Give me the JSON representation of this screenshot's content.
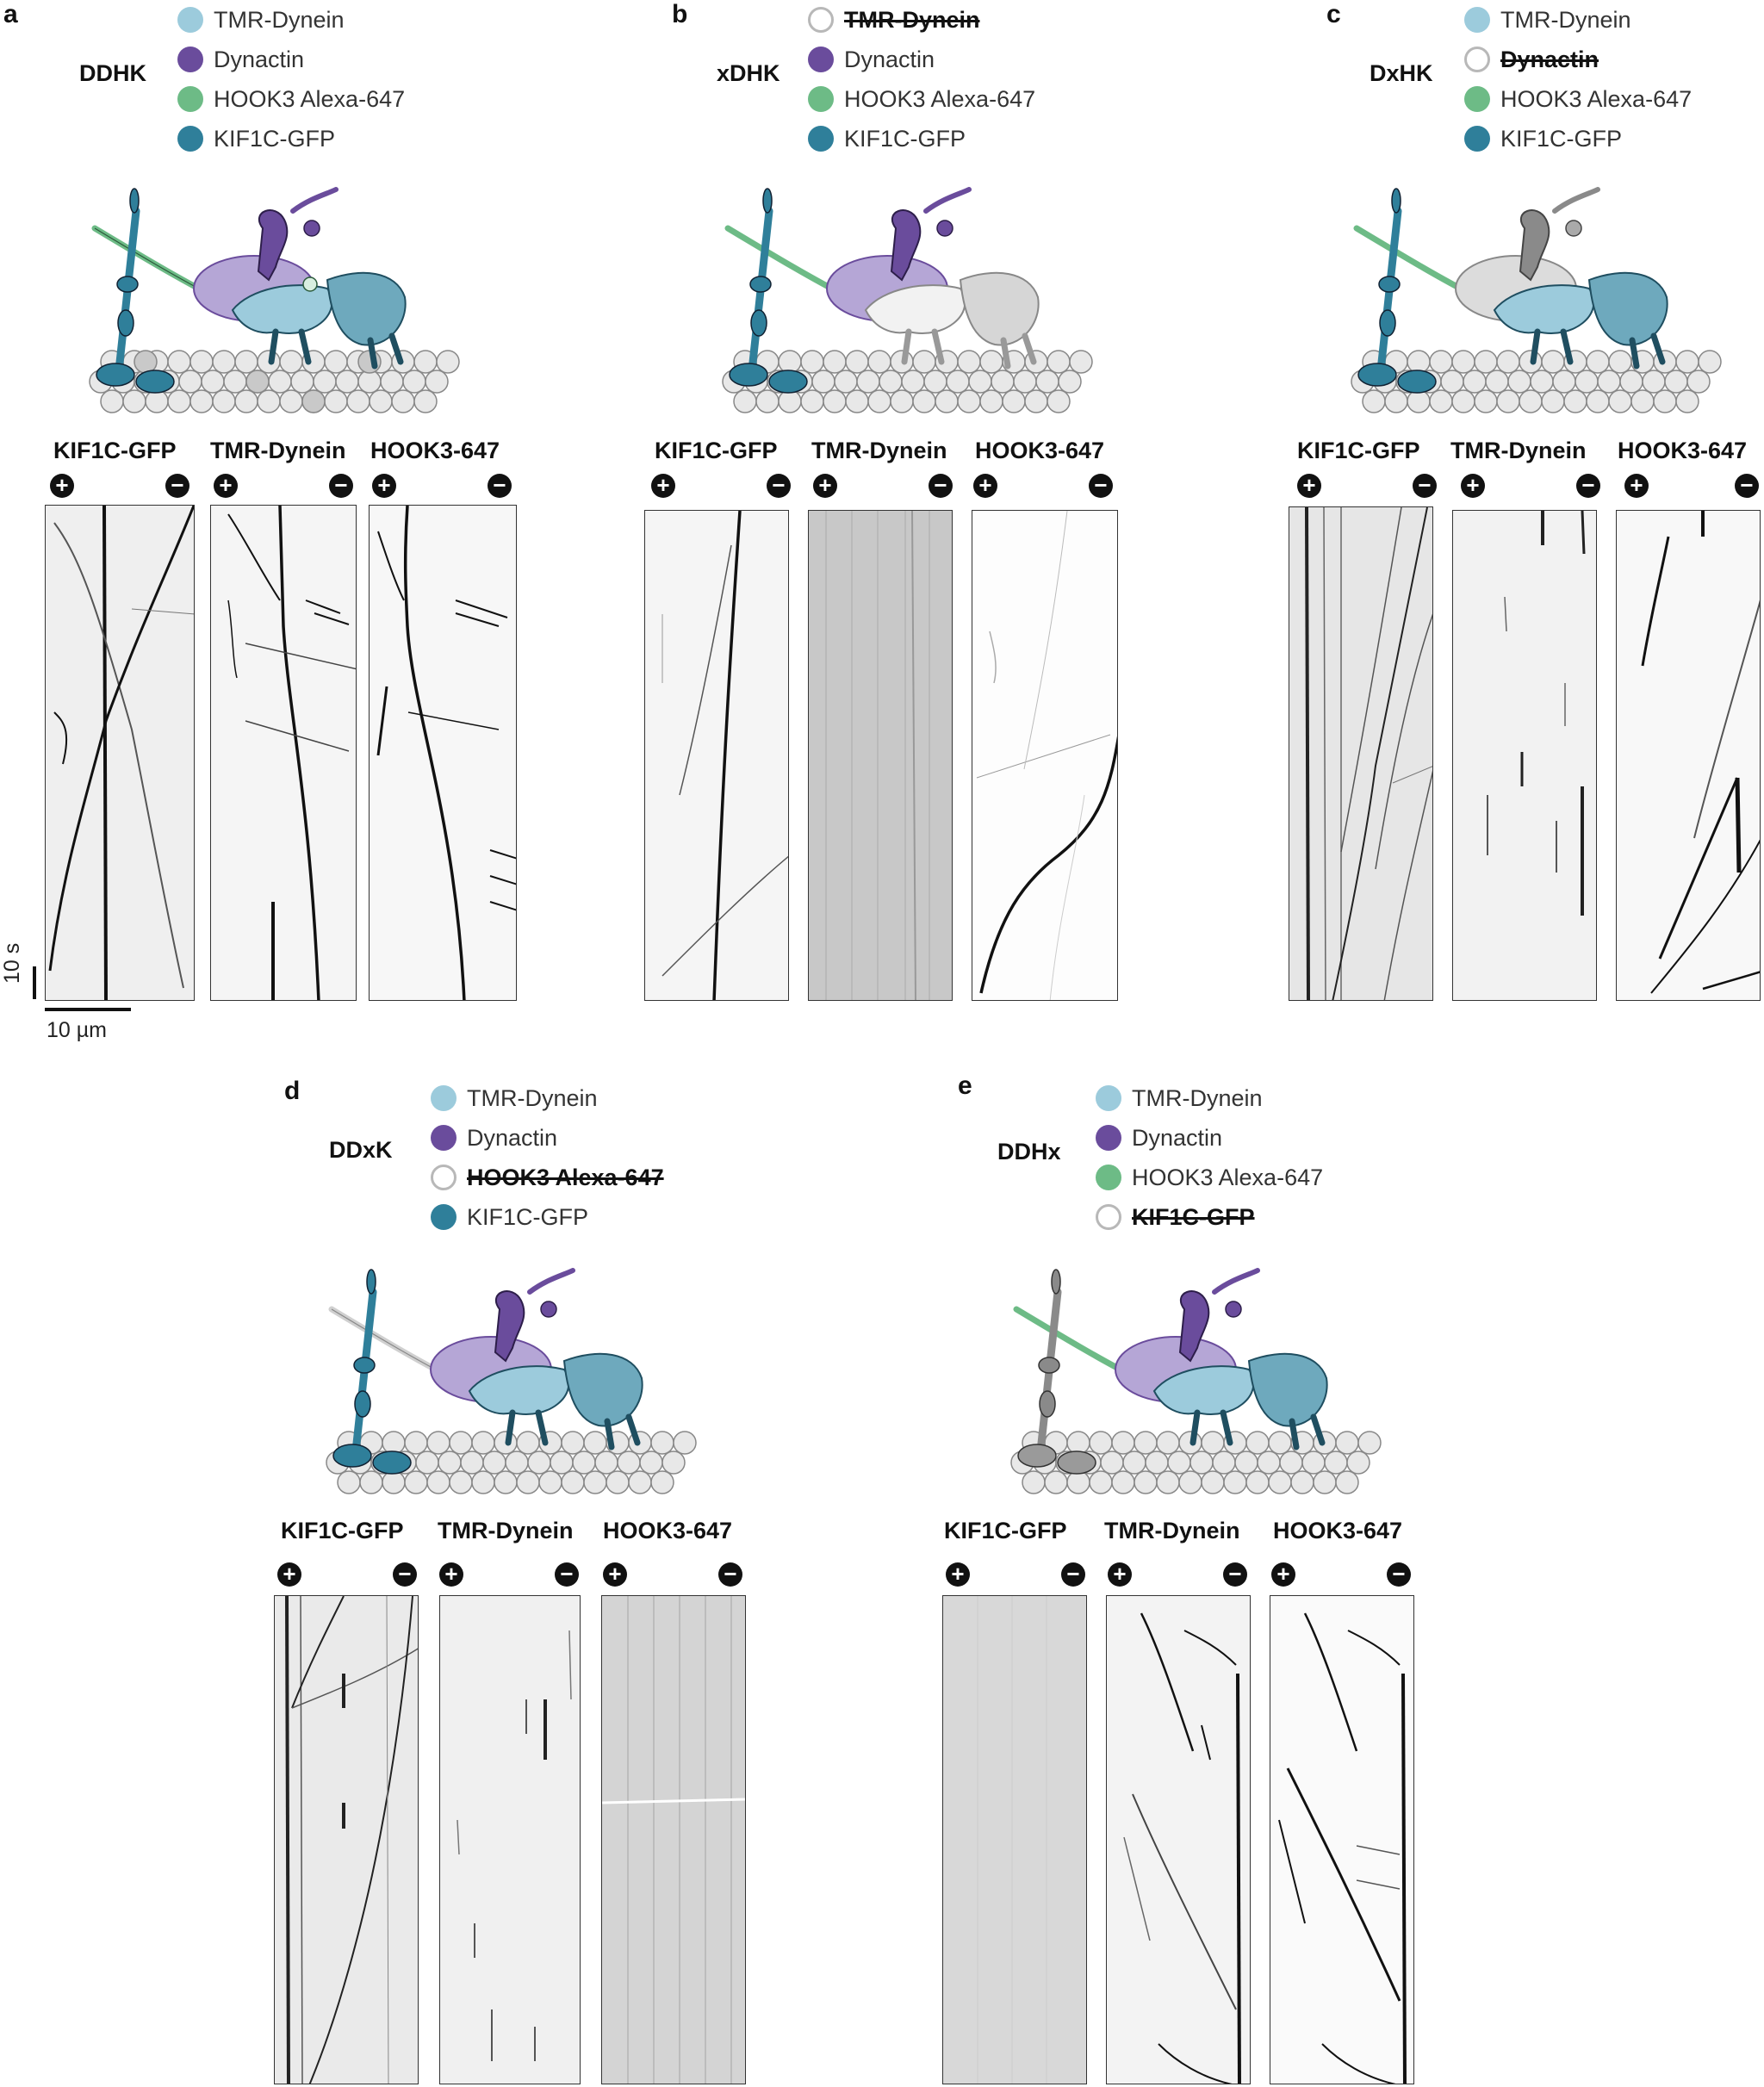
{
  "colors": {
    "dynein": "#9ccbdc",
    "dynactin": "#6a4c9c",
    "hook3": "#6dbb86",
    "kif1c": "#2f7f9a",
    "empty": "#b8b8b8"
  },
  "channels": [
    "KIF1C-GFP",
    "TMR-Dynein",
    "HOOK3-647"
  ],
  "plus": "+",
  "minus": "−",
  "scale": {
    "time": "10 s",
    "space": "10 µm"
  },
  "panels": [
    {
      "letter": "a",
      "condition": "DDHK",
      "legend": [
        {
          "label": "TMR-Dynein",
          "present": true,
          "color": "#9ccbdc"
        },
        {
          "label": "Dynactin",
          "present": true,
          "color": "#6a4c9c"
        },
        {
          "label": "HOOK3 Alexa-647",
          "present": true,
          "color": "#6dbb86"
        },
        {
          "label": "KIF1C-GFP",
          "present": true,
          "color": "#2f7f9a"
        }
      ]
    },
    {
      "letter": "b",
      "condition": "xDHK",
      "legend": [
        {
          "label": "TMR-Dynein",
          "present": false,
          "color": "#b8b8b8"
        },
        {
          "label": "Dynactin",
          "present": true,
          "color": "#6a4c9c"
        },
        {
          "label": "HOOK3 Alexa-647",
          "present": true,
          "color": "#6dbb86"
        },
        {
          "label": "KIF1C-GFP",
          "present": true,
          "color": "#2f7f9a"
        }
      ]
    },
    {
      "letter": "c",
      "condition": "DxHK",
      "legend": [
        {
          "label": "TMR-Dynein",
          "present": true,
          "color": "#9ccbdc"
        },
        {
          "label": "Dynactin",
          "present": false,
          "color": "#b8b8b8"
        },
        {
          "label": "HOOK3 Alexa-647",
          "present": true,
          "color": "#6dbb86"
        },
        {
          "label": "KIF1C-GFP",
          "present": true,
          "color": "#2f7f9a"
        }
      ]
    },
    {
      "letter": "d",
      "condition": "DDxK",
      "legend": [
        {
          "label": "TMR-Dynein",
          "present": true,
          "color": "#9ccbdc"
        },
        {
          "label": "Dynactin",
          "present": true,
          "color": "#6a4c9c"
        },
        {
          "label": "HOOK3 Alexa-647",
          "present": false,
          "color": "#b8b8b8"
        },
        {
          "label": "KIF1C-GFP",
          "present": true,
          "color": "#2f7f9a"
        }
      ]
    },
    {
      "letter": "e",
      "condition": "DDHx",
      "legend": [
        {
          "label": "TMR-Dynein",
          "present": true,
          "color": "#9ccbdc"
        },
        {
          "label": "Dynactin",
          "present": true,
          "color": "#6a4c9c"
        },
        {
          "label": "HOOK3 Alexa-647",
          "present": true,
          "color": "#6dbb86"
        },
        {
          "label": "KIF1C-GFP",
          "present": false,
          "color": "#b8b8b8"
        }
      ]
    }
  ]
}
